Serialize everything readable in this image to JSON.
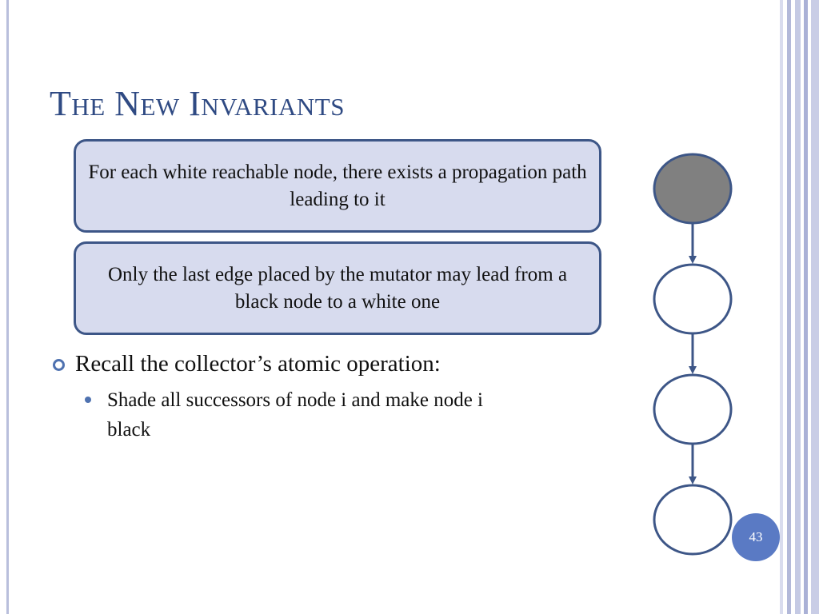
{
  "slide": {
    "title": "The New Invariants",
    "boxes": [
      {
        "text": "For each white reachable node, there exists a propagation path leading to it"
      },
      {
        "text": "Only the last edge placed by the mutator may lead from a black node to a white one"
      }
    ],
    "bullets": {
      "level1": "Recall the collector’s atomic operation:",
      "level2": "Shade all successors of node i and make node i black"
    },
    "page_number": "43"
  },
  "diagram": {
    "nodes": [
      {
        "color": "#808080"
      },
      {
        "color": "#ffffff"
      },
      {
        "color": "#ffffff"
      },
      {
        "color": "#ffffff"
      }
    ],
    "stroke_color": "#3d5687"
  },
  "colors": {
    "title": "#2f4a83",
    "box_fill": "#d7dbee",
    "box_border": "#3d5687",
    "accent": "#5a7ac4"
  }
}
